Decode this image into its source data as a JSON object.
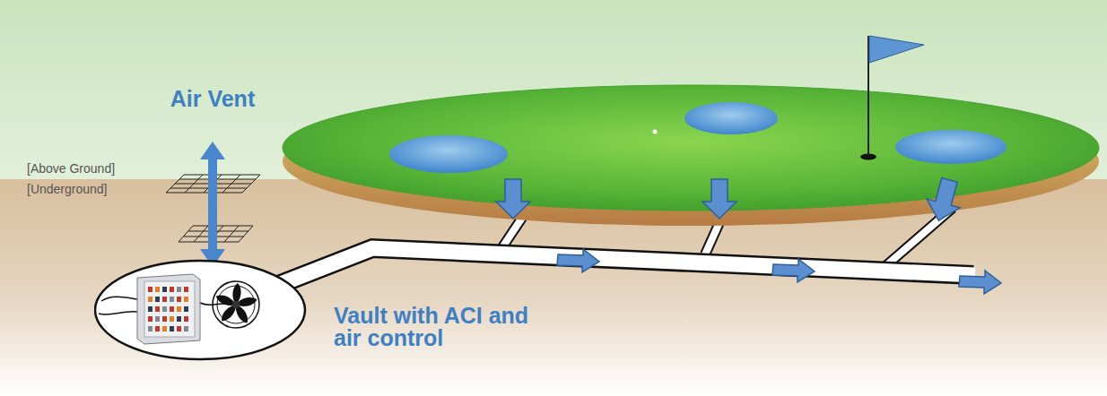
{
  "diagram": {
    "nodes": [
      {
        "text": [
          "Vault with ACI and air control"
        ]
      }
    ],
    "labels": [
      "Air Vent",
      "[Above Ground]",
      "[Underground]"
    ]
  }
}
